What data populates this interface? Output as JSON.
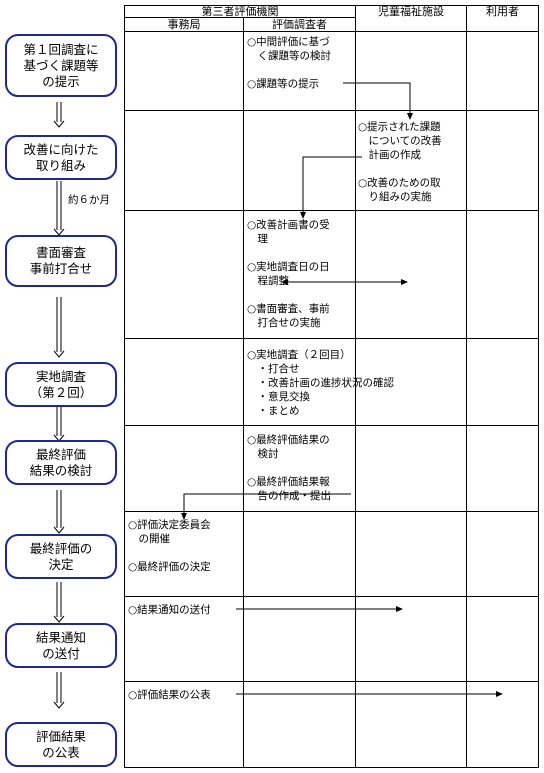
{
  "header": {
    "org": "第三者評価機関",
    "office": "事務局",
    "evaluator": "評価調査者",
    "facility": "児童福祉施設",
    "user": "利用者"
  },
  "steps": [
    "第１回調査に\n基づく課題等\nの提示",
    "改善に向けた\n取り組み",
    "書面審査\n事前打合せ",
    "実地調査\n（第２回）",
    "最終評価\n結果の検討",
    "最終評価の\n決定",
    "結果通知\nの送付",
    "評価結果\nの公表"
  ],
  "interval_note": "約６か月",
  "cells": {
    "r1_eval": "○中間評価に基づ\n　く課題等の検討\n\n○課題等の提示",
    "r2_facility": "○提示された課題\n　についての改善\n　計画の作成\n\n○改善のための取\n　り組みの実施",
    "r3_eval": "○改善計画書の受\n　理\n\n○実地調査日の日\n　程調整\n\n○書面審査、事前\n　打合せの実施",
    "r4_eval": "○実地調査（２回目）\n　・打合せ\n　・改善計画の進捗状況の確認\n　・意見交換\n　・まとめ",
    "r5_eval": "○最終評価結果の\n　検討\n\n○最終評価結果報\n　告の作成・提出",
    "r6_office": "○評価決定委員会\n　の開催\n\n○最終評価の決定",
    "r7_office": "○結果通知の送付",
    "r8_office": "○評価結果の公表"
  }
}
